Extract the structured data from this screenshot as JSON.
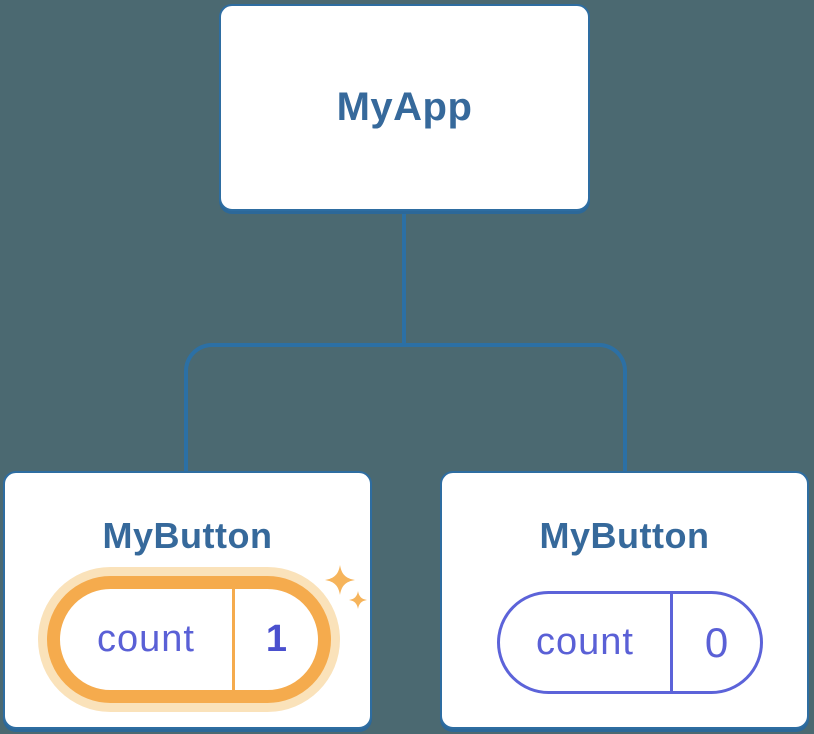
{
  "diagram": {
    "type": "component-tree",
    "root": {
      "label": "MyApp"
    },
    "children": [
      {
        "label": "MyButton",
        "state": {
          "key": "count",
          "value": "1"
        },
        "highlighted": true,
        "icon": "sparkles-icon"
      },
      {
        "label": "MyButton",
        "state": {
          "key": "count",
          "value": "0"
        },
        "highlighted": false
      }
    ]
  },
  "colors": {
    "background": "#4B6971",
    "node_border_blue": "#2E6DA1",
    "connector_blue": "#2C70A5",
    "label_blue": "#36699B",
    "state_purple": "#5A60D6",
    "state_value_purple": "#4A50CE",
    "highlight_orange": "#F5AB4D",
    "highlight_halo": "#FAE2BA",
    "sparkle_orange": "#F6B45B"
  }
}
